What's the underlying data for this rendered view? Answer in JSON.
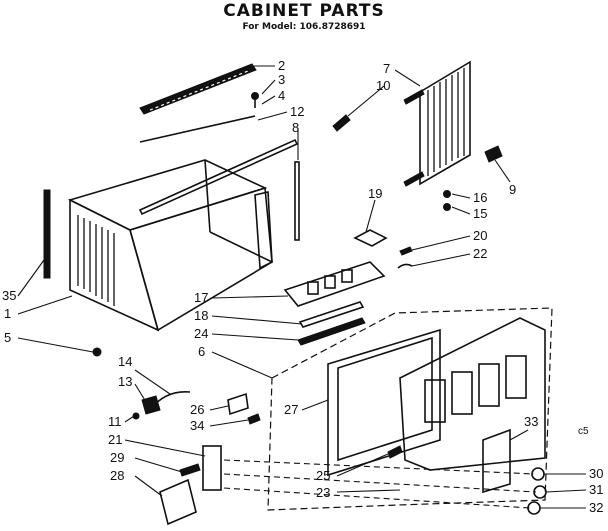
{
  "title": "CABINET PARTS",
  "subtitle": "For Model: 106.8728691",
  "corner_code": "c5",
  "callouts": [
    "1",
    "2",
    "3",
    "4",
    "5",
    "6",
    "7",
    "8",
    "9",
    "10",
    "11",
    "12",
    "13",
    "14",
    "15",
    "16",
    "17",
    "18",
    "19",
    "20",
    "21",
    "22",
    "23",
    "24",
    "25",
    "26",
    "27",
    "28",
    "29",
    "30",
    "31",
    "32",
    "33",
    "34",
    "35"
  ]
}
